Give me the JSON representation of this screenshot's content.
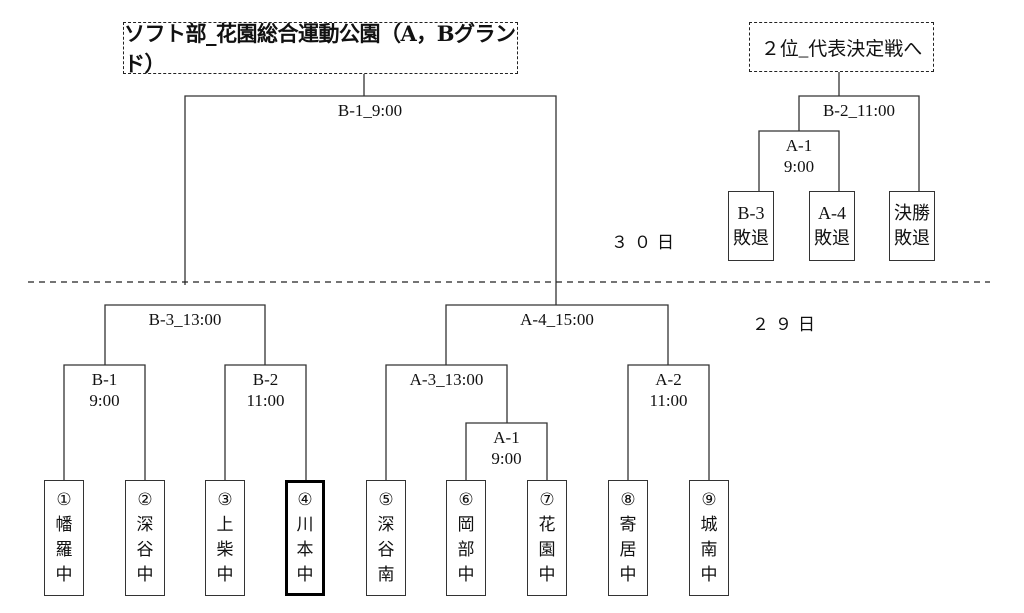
{
  "title": "ソフト部_花園総合運動公園（A，Bグランド）",
  "side_title": "２位_代表決定戦へ",
  "days": {
    "day30": "３０日",
    "day29": "２９日"
  },
  "main_bracket": {
    "final": "B-1_9:00",
    "semi_left": "B-3_13:00",
    "semi_right": "A-4_15:00",
    "q_b1": "B-1\n9:00",
    "q_b2": "B-2\n11:00",
    "q_a3": "A-3_13:00",
    "q_a1": "A-1\n9:00",
    "q_a2": "A-2\n11:00"
  },
  "teams": [
    {
      "num": "①",
      "name": [
        "幡",
        "羅",
        "中"
      ],
      "highlighted": false
    },
    {
      "num": "②",
      "name": [
        "深",
        "谷",
        "中"
      ],
      "highlighted": false
    },
    {
      "num": "③",
      "name": [
        "上",
        "柴",
        "中"
      ],
      "highlighted": false
    },
    {
      "num": "④",
      "name": [
        "川",
        "本",
        "中"
      ],
      "highlighted": true
    },
    {
      "num": "⑤",
      "name": [
        "深",
        "谷",
        "南"
      ],
      "highlighted": false
    },
    {
      "num": "⑥",
      "name": [
        "岡",
        "部",
        "中"
      ],
      "highlighted": false
    },
    {
      "num": "⑦",
      "name": [
        "花",
        "園",
        "中"
      ],
      "highlighted": false
    },
    {
      "num": "⑧",
      "name": [
        "寄",
        "居",
        "中"
      ],
      "highlighted": false
    },
    {
      "num": "⑨",
      "name": [
        "城",
        "南",
        "中"
      ],
      "highlighted": false
    }
  ],
  "playoff_bracket": {
    "final": "B-2_11:00",
    "semi": "A-1\n9:00",
    "entrants": [
      {
        "line1": "B-3",
        "line2": "敗退"
      },
      {
        "line1": "A-4",
        "line2": "敗退"
      },
      {
        "line1": "決勝",
        "line2": "敗退"
      }
    ]
  }
}
